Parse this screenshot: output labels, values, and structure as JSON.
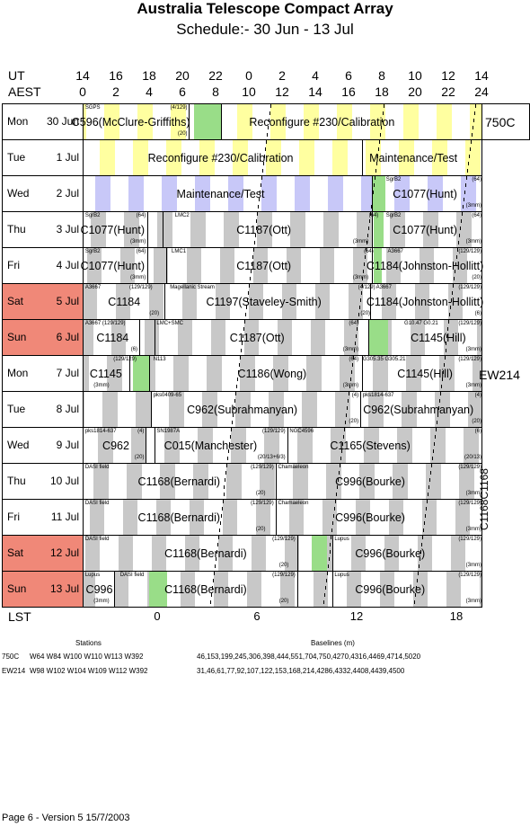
{
  "header": {
    "title": "Australia Telescope Compact Array",
    "subtitle": "Schedule:- 30 Jun - 13 Jul"
  },
  "time_axis": {
    "ut_label": "UT",
    "ut_ticks": [
      "14",
      "16",
      "18",
      "20",
      "22",
      "0",
      "2",
      "4",
      "6",
      "8",
      "10",
      "12",
      "14"
    ],
    "aest_label": "AEST",
    "aest_ticks": [
      "0",
      "2",
      "4",
      "6",
      "8",
      "10",
      "12",
      "14",
      "16",
      "18",
      "20",
      "22",
      "24"
    ],
    "lst_label": "LST",
    "lst_ticks": [
      "0",
      "6",
      "12",
      "18"
    ]
  },
  "days": [
    {
      "weekday": "Mon",
      "date": "30 Jun",
      "weekend": false
    },
    {
      "weekday": "Tue",
      "date": "1 Jul",
      "weekend": false
    },
    {
      "weekday": "Wed",
      "date": "2 Jul",
      "weekend": false
    },
    {
      "weekday": "Thu",
      "date": "3 Jul",
      "weekend": false
    },
    {
      "weekday": "Fri",
      "date": "4 Jul",
      "weekend": false
    },
    {
      "weekday": "Sat",
      "date": "5 Jul",
      "weekend": true
    },
    {
      "weekday": "Sun",
      "date": "6 Jul",
      "weekend": true
    },
    {
      "weekday": "Mon",
      "date": "7 Jul",
      "weekend": false
    },
    {
      "weekday": "Tue",
      "date": "8 Jul",
      "weekend": false
    },
    {
      "weekday": "Wed",
      "date": "9 Jul",
      "weekend": false
    },
    {
      "weekday": "Thu",
      "date": "10 Jul",
      "weekend": false
    },
    {
      "weekday": "Fri",
      "date": "11 Jul",
      "weekend": false
    },
    {
      "weekday": "Sat",
      "date": "12 Jul",
      "weekend": true
    },
    {
      "weekday": "Sun",
      "date": "13 Jul",
      "weekend": true
    }
  ],
  "configs": {
    "first": "750C",
    "second": "EW214",
    "vertical": "C1168C1168"
  },
  "schedule": [
    {
      "day": 0,
      "big": [
        {
          "t": "C596(McClure-Griffiths)",
          "h": 2.9
        },
        {
          "t": "Reconfigure #230/Calibration",
          "h": 14.4
        }
      ],
      "small": [
        {
          "t": "SGPS",
          "h": 0.1,
          "p": "tl"
        },
        {
          "t": "(4/129)",
          "h": 6.3,
          "p": "tr"
        },
        {
          "t": "(20)",
          "h": 6.3,
          "p": "br"
        }
      ]
    },
    {
      "day": 1,
      "big": [
        {
          "t": "Reconfigure #230/Calibration",
          "h": 8.3
        },
        {
          "t": "Maintenance/Test",
          "h": 19.9
        }
      ],
      "small": []
    },
    {
      "day": 2,
      "big": [
        {
          "t": "Maintenance/Test",
          "h": 8.3
        },
        {
          "t": "C1077(Hunt)",
          "h": 20.6
        }
      ],
      "small": [
        {
          "t": "SgrB2",
          "h": 18.2,
          "p": "tl"
        },
        {
          "t": "(64)",
          "h": 24,
          "p": "tr"
        },
        {
          "t": "(3mm)",
          "h": 24,
          "p": "br"
        }
      ]
    },
    {
      "day": 3,
      "big": [
        {
          "t": "C1077(Hunt)",
          "h": 1.8
        },
        {
          "t": "C1187(Ott)",
          "h": 10.9
        },
        {
          "t": "C1077(Hunt)",
          "h": 20.6
        }
      ],
      "small": [
        {
          "t": "SgrB2",
          "h": 0.1,
          "p": "tl"
        },
        {
          "t": "(64)",
          "h": 3.8,
          "p": "tr"
        },
        {
          "t": "(3mm)",
          "h": 3.8,
          "p": "br"
        },
        {
          "t": "LMC2",
          "h": 5.5,
          "p": "tl"
        },
        {
          "t": "(64)",
          "h": 17.8,
          "p": "tr"
        },
        {
          "t": "(3mm)",
          "h": 17.2,
          "p": "br"
        },
        {
          "t": "SgrB2",
          "h": 18.2,
          "p": "tl"
        },
        {
          "t": "(64)",
          "h": 24,
          "p": "tr"
        },
        {
          "t": "(3mm)",
          "h": 24,
          "p": "br"
        }
      ]
    },
    {
      "day": 4,
      "big": [
        {
          "t": "C1077(Hunt)",
          "h": 1.8
        },
        {
          "t": "C1187(Ott)",
          "h": 10.9
        },
        {
          "t": "C1184(Johnston-Hollitt)",
          "h": 20.6
        }
      ],
      "small": [
        {
          "t": "SgrB2",
          "h": 0.1,
          "p": "tl"
        },
        {
          "t": "(64)",
          "h": 3.8,
          "p": "tr"
        },
        {
          "t": "(3mm)",
          "h": 3.8,
          "p": "br"
        },
        {
          "t": "LMC1",
          "h": 5.3,
          "p": "tl"
        },
        {
          "t": "(64)",
          "h": 17.5,
          "p": "tr"
        },
        {
          "t": "(3mm)",
          "h": 17.2,
          "p": "br"
        },
        {
          "t": "A3667",
          "h": 18.3,
          "p": "tl"
        },
        {
          "t": "(129/129)",
          "h": 24,
          "p": "tr"
        },
        {
          "t": "(20)",
          "h": 24,
          "p": "br"
        }
      ]
    },
    {
      "day": 5,
      "big": [
        {
          "t": "C1184",
          "h": 2.5
        },
        {
          "t": "C1197(Staveley-Smith)",
          "h": 10.9
        },
        {
          "t": "C1184(Johnston-Hollitt)",
          "h": 20.6
        }
      ],
      "small": [
        {
          "t": "A3667",
          "h": 0.1,
          "p": "tl"
        },
        {
          "t": "(129/129)",
          "h": 4.2,
          "p": "tr"
        },
        {
          "t": "(20)",
          "h": 4.6,
          "p": "br"
        },
        {
          "t": "Magellanic Stream",
          "h": 5.2,
          "p": "tl"
        },
        {
          "t": "(4/129)",
          "h": 17.6,
          "p": "tr"
        },
        {
          "t": "(20)",
          "h": 17.3,
          "p": "br"
        },
        {
          "t": "A3667",
          "h": 17.6,
          "p": "tl"
        },
        {
          "t": "(129/129)",
          "h": 24,
          "p": "tr"
        },
        {
          "t": "(6)",
          "h": 24,
          "p": "br"
        }
      ]
    },
    {
      "day": 6,
      "big": [
        {
          "t": "C1184",
          "h": 1.8
        },
        {
          "t": "C1187(Ott)",
          "h": 10.5
        },
        {
          "t": "C1145(Hill)",
          "h": 21.4
        }
      ],
      "small": [
        {
          "t": "A3667 (129/129)",
          "h": 0.1,
          "p": "tl"
        },
        {
          "t": "LMC+SMC",
          "h": 4.4,
          "p": "tl"
        },
        {
          "t": "(6)",
          "h": 3.3,
          "p": "br"
        },
        {
          "t": "(64)",
          "h": 16.6,
          "p": "tr"
        },
        {
          "t": "(3mm)",
          "h": 16.6,
          "p": "br"
        },
        {
          "t": "G10.47 G0.21",
          "h": 19.3,
          "p": "tl"
        },
        {
          "t": "(129/129)",
          "h": 24,
          "p": "tr"
        },
        {
          "t": "(3mm)",
          "h": 24,
          "p": "br"
        }
      ]
    },
    {
      "day": 7,
      "big": [
        {
          "t": "C1145",
          "h": 1.4
        },
        {
          "t": "C1186(Wong)",
          "h": 11.4
        },
        {
          "t": "C1145(Hill)",
          "h": 20.6
        }
      ],
      "small": [
        {
          "t": "(129/129)",
          "h": 1.8,
          "p": "tl"
        },
        {
          "t": "(3mm)",
          "h": 1.6,
          "p": "br"
        },
        {
          "t": "N113",
          "h": 4.2,
          "p": "tl"
        },
        {
          "t": "(64)",
          "h": 16.6,
          "p": "tr"
        },
        {
          "t": "(3mm)",
          "h": 16.6,
          "p": "br"
        },
        {
          "t": "G305.35 G305.21",
          "h": 16.8,
          "p": "tl"
        },
        {
          "t": "(129/129)",
          "h": 24,
          "p": "tr"
        },
        {
          "t": "(3mm)",
          "h": 24,
          "p": "br"
        }
      ]
    },
    {
      "day": 8,
      "big": [
        {
          "t": "C962(Subrahmanyan)",
          "h": 9.6
        },
        {
          "t": "C962(Subrahmanyan)",
          "h": 20.2
        }
      ],
      "small": [
        {
          "t": "pks0409-65",
          "h": 4.2,
          "p": "tl"
        },
        {
          "t": "(4)",
          "h": 16.6,
          "p": "tr"
        },
        {
          "t": "(20)",
          "h": 16.6,
          "p": "br"
        },
        {
          "t": "pks1814-637",
          "h": 16.8,
          "p": "tl"
        },
        {
          "t": "(4)",
          "h": 24,
          "p": "tr"
        },
        {
          "t": "(20)",
          "h": 24,
          "p": "br"
        }
      ]
    },
    {
      "day": 9,
      "big": [
        {
          "t": "C962",
          "h": 2.0
        },
        {
          "t": "C015(Manchester)",
          "h": 7.7
        },
        {
          "t": "C1165(Stevens)",
          "h": 17.3
        }
      ],
      "small": [
        {
          "t": "pks1814-637",
          "h": 0.1,
          "p": "tl"
        },
        {
          "t": "(4)",
          "h": 3.7,
          "p": "tr"
        },
        {
          "t": "(20)",
          "h": 3.7,
          "p": "br"
        },
        {
          "t": "SN1987A",
          "h": 4.4,
          "p": "tl"
        },
        {
          "t": "(129/129)",
          "h": 12.2,
          "p": "tr"
        },
        {
          "t": "(20/13+6/3)",
          "h": 12.2,
          "p": "br"
        },
        {
          "t": "NGC4596",
          "h": 12.4,
          "p": "tl"
        },
        {
          "t": "(6)",
          "h": 24,
          "p": "tr"
        },
        {
          "t": "(20/13)",
          "h": 24,
          "p": "br"
        }
      ]
    },
    {
      "day": 10,
      "big": [
        {
          "t": "C1168(Bernardi)",
          "h": 5.8
        },
        {
          "t": "C996(Bourke)",
          "h": 17.3
        }
      ],
      "small": [
        {
          "t": "DASI field",
          "h": 0.1,
          "p": "tl"
        },
        {
          "t": "(129/129)",
          "h": 11.5,
          "p": "tr"
        },
        {
          "t": "(20)",
          "h": 11.0,
          "p": "br"
        },
        {
          "t": "Chamaeleon",
          "h": 11.7,
          "p": "tl"
        },
        {
          "t": "(129/129)",
          "h": 24,
          "p": "tr"
        },
        {
          "t": "(3mm)",
          "h": 24,
          "p": "br"
        }
      ]
    },
    {
      "day": 11,
      "big": [
        {
          "t": "C1168(Bernardi)",
          "h": 5.8
        },
        {
          "t": "C996(Bourke)",
          "h": 17.3
        }
      ],
      "small": [
        {
          "t": "DASI field",
          "h": 0.1,
          "p": "tl"
        },
        {
          "t": "(129/129)",
          "h": 11.5,
          "p": "tr"
        },
        {
          "t": "(20)",
          "h": 11.0,
          "p": "br"
        },
        {
          "t": "Chamaeleon",
          "h": 11.7,
          "p": "tl"
        },
        {
          "t": "(129/129)",
          "h": 24,
          "p": "tr"
        },
        {
          "t": "(3mm)",
          "h": 24,
          "p": "br"
        }
      ]
    },
    {
      "day": 12,
      "big": [
        {
          "t": "C1168(Bernardi)",
          "h": 7.4
        },
        {
          "t": "C996(Bourke)",
          "h": 18.5
        }
      ],
      "small": [
        {
          "t": "DASI field",
          "h": 0.1,
          "p": "tl"
        },
        {
          "t": "(129/129)",
          "h": 12.8,
          "p": "tr"
        },
        {
          "t": "(20)",
          "h": 12.4,
          "p": "br"
        },
        {
          "t": "Lupus",
          "h": 15.1,
          "p": "tl"
        },
        {
          "t": "(129/129)",
          "h": 24,
          "p": "tr"
        },
        {
          "t": "(3mm)",
          "h": 24,
          "p": "br"
        }
      ]
    },
    {
      "day": 13,
      "big": [
        {
          "t": "C996",
          "h": 1.0
        },
        {
          "t": "C1168(Bernardi)",
          "h": 7.4
        },
        {
          "t": "C996(Bourke)",
          "h": 18.5
        }
      ],
      "small": [
        {
          "t": "Lupus",
          "h": 0.1,
          "p": "tl"
        },
        {
          "t": "(3mm)",
          "h": 1.6,
          "p": "br"
        },
        {
          "t": "DASI field",
          "h": 2.2,
          "p": "tl"
        },
        {
          "t": "(129/129)",
          "h": 12.8,
          "p": "tr"
        },
        {
          "t": "(20)",
          "h": 12.4,
          "p": "br"
        },
        {
          "t": "Lupus",
          "h": 15.1,
          "p": "tl"
        },
        {
          "t": "(129/129)",
          "h": 24,
          "p": "tr"
        },
        {
          "t": "(3mm)",
          "h": 24,
          "p": "br"
        }
      ]
    }
  ],
  "bands": [
    {
      "day": 0,
      "h0": 6.7,
      "h1": 8.3,
      "fill": "#99dd88"
    },
    {
      "day": 2,
      "h0": 17.4,
      "h1": 18.2,
      "fill": "#99dd88"
    },
    {
      "day": 3,
      "h0": 17.5,
      "h1": 18.1,
      "fill": "#99dd88"
    },
    {
      "day": 4,
      "h0": 17.5,
      "h1": 18.0,
      "fill": "#99dd88"
    },
    {
      "day": 6,
      "h0": 17.2,
      "h1": 18.4,
      "fill": "#99dd88"
    },
    {
      "day": 7,
      "h0": 3.0,
      "h1": 4.0,
      "fill": "#99dd88"
    },
    {
      "day": 12,
      "h0": 13.8,
      "h1": 14.7,
      "fill": "#99dd88"
    },
    {
      "day": 13,
      "h0": 4.0,
      "h1": 5.1,
      "fill": "#99dd88"
    }
  ],
  "stations": {
    "label": "Stations",
    "rows": [
      {
        "config": "750C",
        "list": "W64 W84 W100 W110 W113 W392"
      },
      {
        "config": "EW214",
        "list": "W98 W102 W104 W109 W112 W392"
      }
    ]
  },
  "baselines": {
    "label": "Baselines (m)",
    "rows": [
      "46,153,199,245,306,398,444,551,704,750,4270,4316,4469,4714,5020",
      "31,46,61,77,92,107,122,153,168,214,4286,4332,4408,4439,4500"
    ]
  },
  "footer": "Page 6 - Version 5  15/7/2003",
  "colors": {
    "weekend": "#f08878",
    "grey_band": "#c8c8c8",
    "yellow_band": "#ffffa0",
    "blue_band": "#c8c8f8",
    "green_band": "#99dd88"
  }
}
